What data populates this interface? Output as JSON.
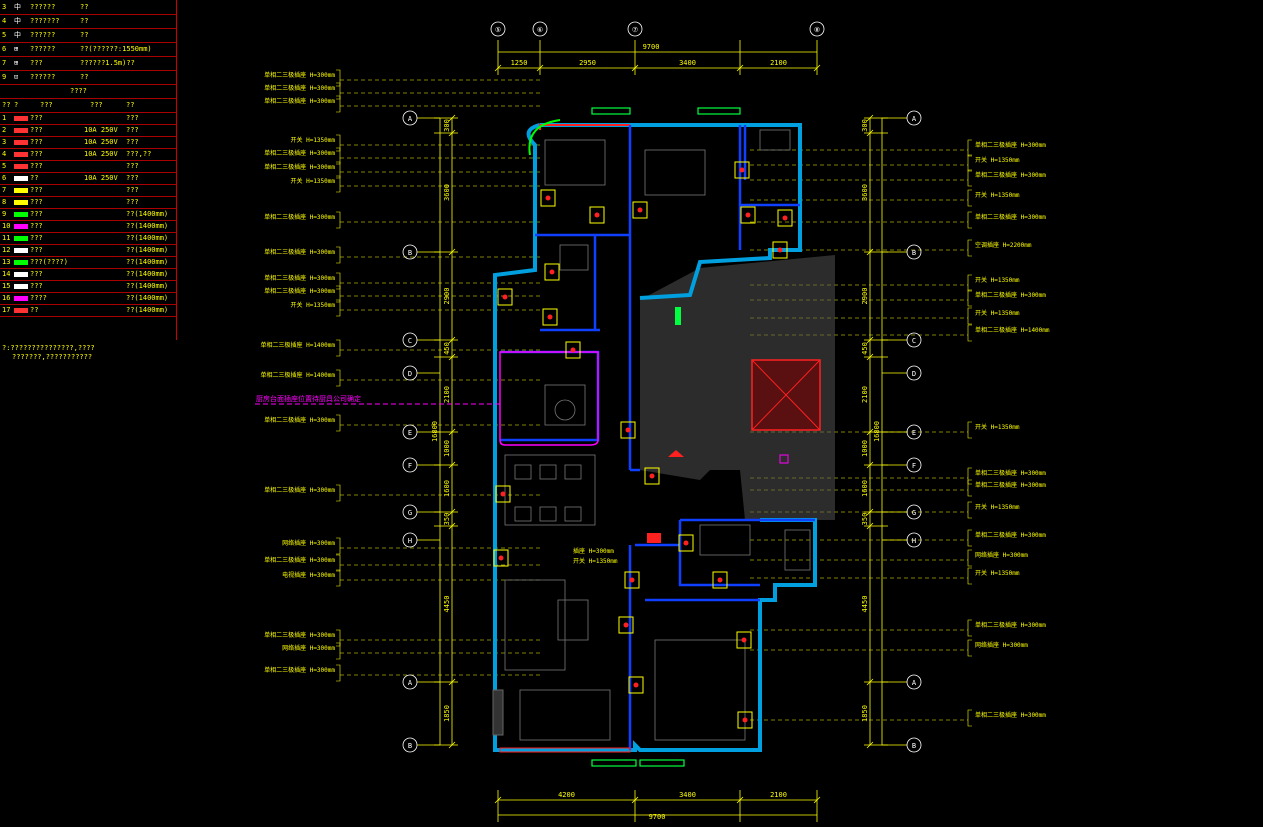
{
  "legend_top": [
    {
      "no": "3",
      "sym": "中",
      "name": "??????",
      "desc": "??"
    },
    {
      "no": "4",
      "sym": "中",
      "name": "???????",
      "desc": "??"
    },
    {
      "no": "5",
      "sym": "中",
      "name": "??????",
      "desc": "??"
    },
    {
      "no": "6",
      "sym": "⊞",
      "name": "??????",
      "desc": "??(??????:1550mm)"
    },
    {
      "no": "7",
      "sym": "⊞",
      "name": "???",
      "desc": "??????1.5m)??"
    },
    {
      "no": "9",
      "sym": "⊡",
      "name": "??????",
      "desc": "??"
    }
  ],
  "legend_title": "????",
  "legend_header": {
    "no": "??",
    "sym": "?",
    "name": "???",
    "spec": "???",
    "desc": "??"
  },
  "legend_items": [
    {
      "no": "1",
      "name": "???",
      "spec": "",
      "desc": "???"
    },
    {
      "no": "2",
      "name": "???",
      "spec": "10A  250V",
      "desc": "???"
    },
    {
      "no": "3",
      "name": "???",
      "spec": "10A  250V",
      "desc": "???"
    },
    {
      "no": "4",
      "name": "???",
      "spec": "10A  250V",
      "desc": "???,??"
    },
    {
      "no": "5",
      "name": "???",
      "spec": "",
      "desc": "???"
    },
    {
      "no": "6",
      "name": "??",
      "spec": "10A  250V",
      "desc": "???"
    },
    {
      "no": "7",
      "name": "???",
      "spec": "",
      "desc": "???"
    },
    {
      "no": "8",
      "name": "???",
      "spec": "",
      "desc": "???"
    },
    {
      "no": "9",
      "name": "???",
      "spec": "",
      "desc": "??(1400mm)"
    },
    {
      "no": "10",
      "name": "???",
      "spec": "",
      "desc": "??(1400mm)"
    },
    {
      "no": "11",
      "name": "???",
      "spec": "",
      "desc": "??(1400mm)"
    },
    {
      "no": "12",
      "name": "???",
      "spec": "",
      "desc": "??(1400mm)"
    },
    {
      "no": "13",
      "name": "???(????)",
      "spec": "",
      "desc": "??(1400mm)"
    },
    {
      "no": "14",
      "name": "???",
      "spec": "",
      "desc": "??(1400mm)"
    },
    {
      "no": "15",
      "name": "???",
      "spec": "",
      "desc": "??(1400mm)"
    },
    {
      "no": "16",
      "name": "????",
      "spec": "",
      "desc": "??(1400mm)"
    },
    {
      "no": "17",
      "name": "??",
      "spec": "",
      "desc": "??(1400mm)"
    }
  ],
  "legend_notes": [
    "?:???????????????,????",
    "???????,???????????"
  ],
  "top_axes": [
    "⑤",
    "⑥",
    "⑦",
    "⑧"
  ],
  "top_total": "9700",
  "top_dims": [
    "1250",
    "2950",
    "3400",
    "2100"
  ],
  "bottom_total": "9700",
  "bottom_dims": [
    "4200",
    "3400",
    "2100"
  ],
  "left_axes": [
    "A",
    "B",
    "C",
    "D",
    "E",
    "F",
    "G",
    "H"
  ],
  "left_total": "16800",
  "vertical_dims": [
    "300",
    "3600",
    "2900",
    "450",
    "2100",
    "1000",
    "1600",
    "350",
    "4450",
    "1850"
  ],
  "right_axes": [
    "A",
    "B",
    "C",
    "D",
    "E",
    "F",
    "G",
    "H"
  ],
  "magenta_note": "厨房台面插座位置待厨具公司确定",
  "annotations_left": [
    "单相二三极插座 H=300mm",
    "单相二三极插座 H=300mm",
    "单相二三极插座 H=300mm",
    "开关 H=1350mm",
    "单相二三极插座 H=300mm",
    "单相二三极插座 H=300mm",
    "开关 H=1350mm",
    "单相二三极插座 H=300mm",
    "单相二三极插座 H=300mm",
    "单相二三极插座 H=300mm",
    "单相二三极插座 H=300mm",
    "开关 H=1350mm",
    "单相二三极插座 H=1400mm",
    "单相二三极插座 H=1400mm",
    "单相二三极插座 H=300mm",
    "单相二三极插座 H=300mm",
    "网络插座 H=300mm",
    "单相二三极插座 H=300mm",
    "电视插座 H=300mm",
    "单相二三极插座 H=300mm",
    "网络插座 H=300mm",
    "单相二三极插座 H=300mm"
  ],
  "annotations_right": [
    "单相二三极插座 H=300mm",
    "开关 H=1350mm",
    "单相二三极插座 H=300mm",
    "开关 H=1350mm",
    "单相二三极插座 H=300mm",
    "空调插座 H=2200mm",
    "开关 H=1350mm",
    "单相二三极插座 H=300mm",
    "开关 H=1350mm",
    "单相二三极插座 H=1400mm",
    "开关 H=1350mm",
    "单相二三极插座 H=300mm",
    "单相二三极插座 H=300mm",
    "开关 H=1350mm",
    "单相二三极插座 H=300mm",
    "网络插座 H=300mm",
    "开关 H=1350mm",
    "单相二三极插座 H=300mm",
    "网络插座 H=300mm",
    "单相二三极插座 H=300mm"
  ],
  "kitchen_labels": [
    "插座 H=300mm",
    "开关 H=1350mm"
  ],
  "colors": {
    "bg": "#000000",
    "wall": "#00a0e0",
    "dim": "#ffff00",
    "red": "#ff2020",
    "magenta": "#ff00ff",
    "green": "#00ff40",
    "grey": "#505050"
  }
}
